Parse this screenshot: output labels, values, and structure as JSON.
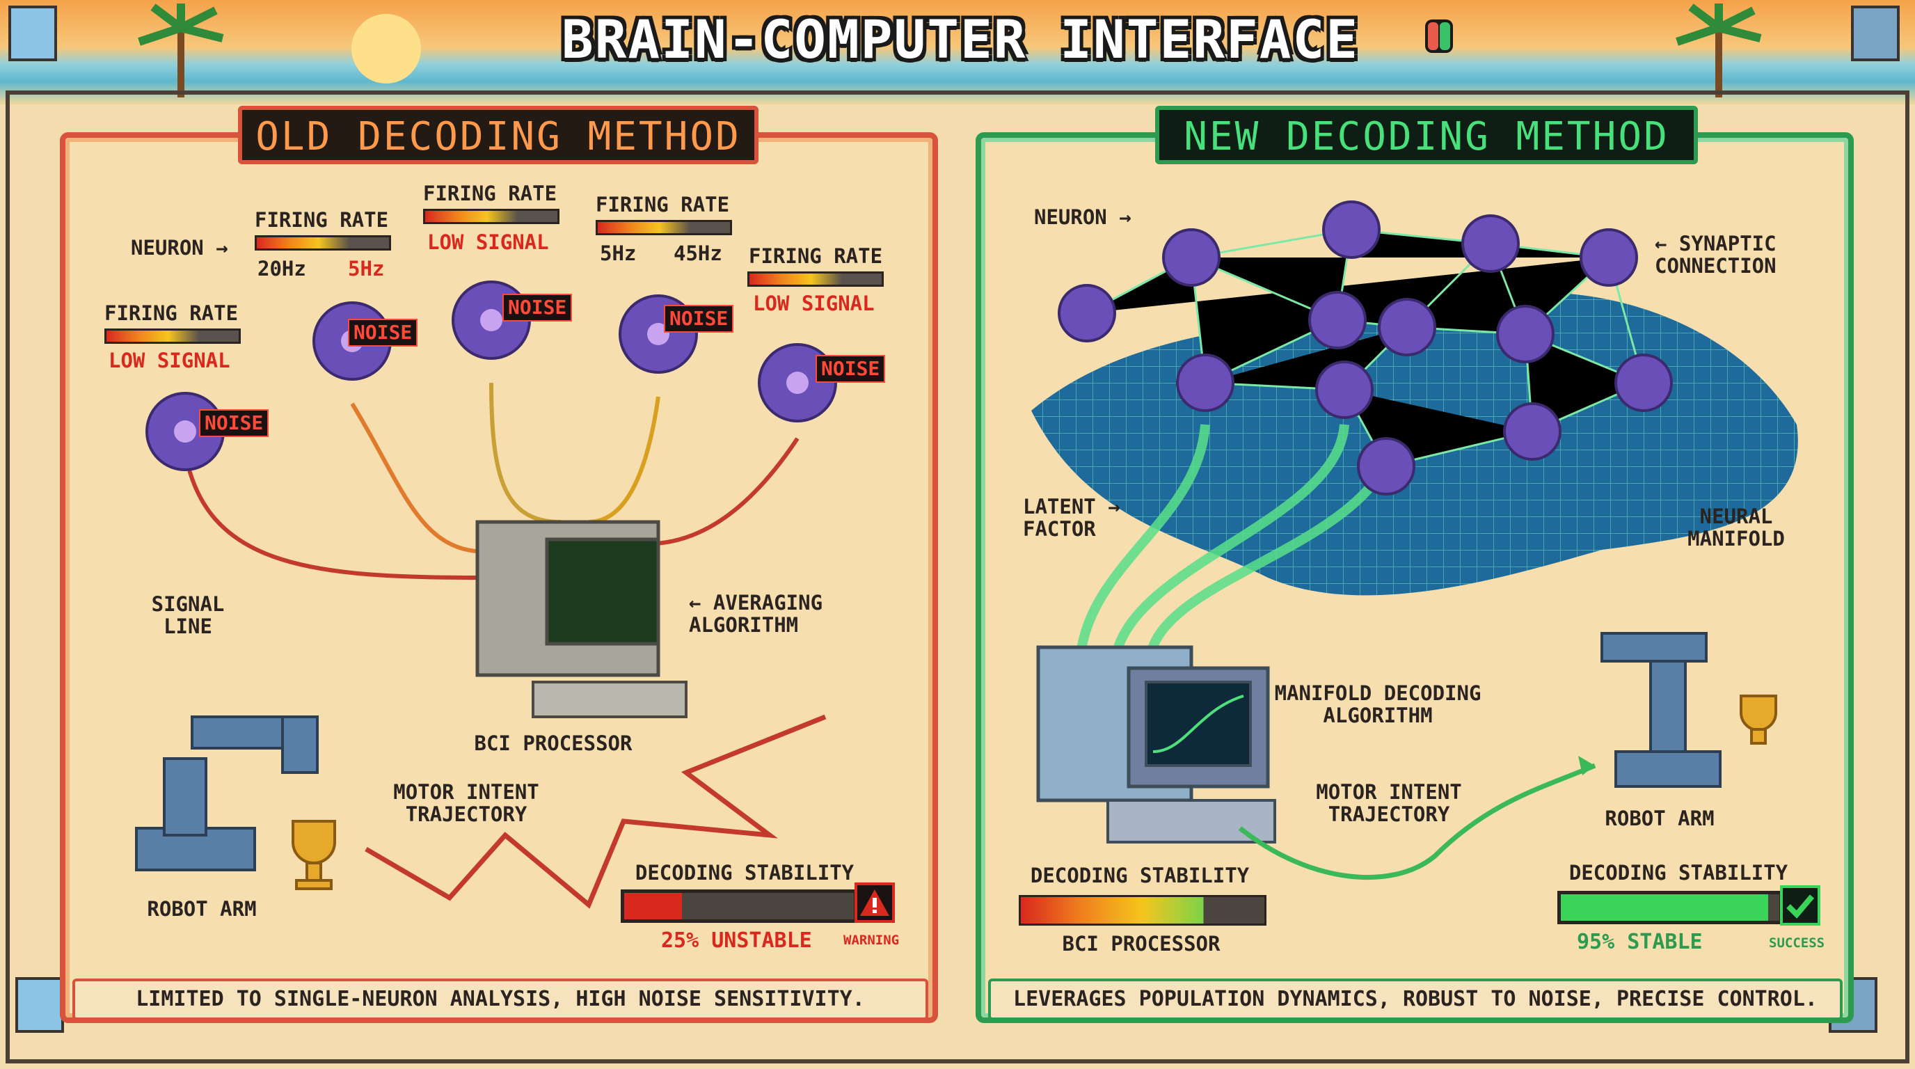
{
  "title": "BRAIN-COMPUTER INTERFACE",
  "old": {
    "header": "OLD DECODING METHOD",
    "neuron_label": "NEURON →",
    "firing_rate_label": "FIRING RATE",
    "rate_low": "20Hz",
    "rate_high": "5Hz",
    "rate_low2": "5Hz",
    "rate_high2": "45Hz",
    "low_signal": "LOW SIGNAL",
    "noise": "NOISE",
    "signal_line": "SIGNAL\nLINE",
    "averaging_algorithm": "← AVERAGING\nALGORITHM",
    "bci_processor": "BCI PROCESSOR",
    "motor_intent": "MOTOR INTENT\nTRAJECTORY",
    "robot_arm": "ROBOT ARM",
    "decoding_stability": "DECODING STABILITY",
    "stability_value": "25% UNSTABLE",
    "stability_fraction": 0.25,
    "warning": "WARNING",
    "footer": "LIMITED TO SINGLE-NEURON ANALYSIS, HIGH NOISE SENSITIVITY."
  },
  "new": {
    "header": "NEW DECODING METHOD",
    "neuron_label": "NEURON →",
    "synaptic_connection": "← SYNAPTIC\nCONNECTION",
    "latent_factor": "LATENT →\nFACTOR",
    "neural_manifold": "NEURAL\nMANIFOLD",
    "manifold_algorithm": "MANIFOLD DECODING\nALGORITHM",
    "motor_intent": "MOTOR INTENT\nTRAJECTORY",
    "robot_arm": "ROBOT ARM",
    "decoding_stability_left": "DECODING STABILITY",
    "bci_processor": "BCI PROCESSOR",
    "decoding_stability": "DECODING STABILITY",
    "stability_value": "95% STABLE",
    "stability_fraction": 0.95,
    "success": "SUCCESS",
    "footer": "LEVERAGES POPULATION DYNAMICS, ROBUST TO NOISE, PRECISE CONTROL."
  },
  "colors": {
    "old_accent": "#d7533c",
    "new_accent": "#2d9b4f",
    "neuron": "#6a4fb8",
    "noise_text": "#ff4a3a",
    "stable": "#3bd45a",
    "unstable": "#d9281e"
  }
}
